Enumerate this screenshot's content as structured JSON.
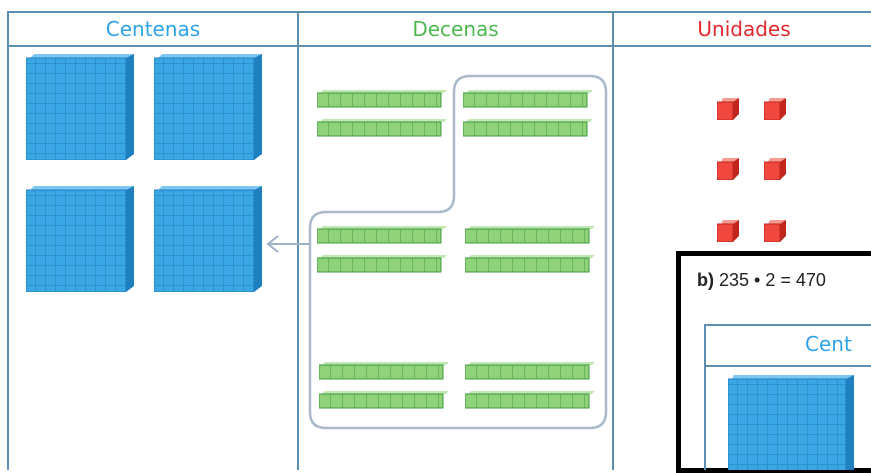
{
  "table": {
    "headers": [
      {
        "label": "Centenas",
        "color": "#2ea3e8"
      },
      {
        "label": "Decenas",
        "color": "#4fb84f"
      },
      {
        "label": "Unidades",
        "color": "#e0282e"
      }
    ]
  },
  "blocks": {
    "hundreds_count": 4,
    "tens_count": 12,
    "units_count": 6,
    "colors": {
      "hundred": "#3aa7e4",
      "ten": "#8fd27a",
      "unit": "#f0483e",
      "grid_line": "#5d8fb0"
    }
  },
  "overlay": {
    "problem_letter": "b)",
    "problem_text": "235 • 2 = 470",
    "inner_header": "Cent"
  }
}
